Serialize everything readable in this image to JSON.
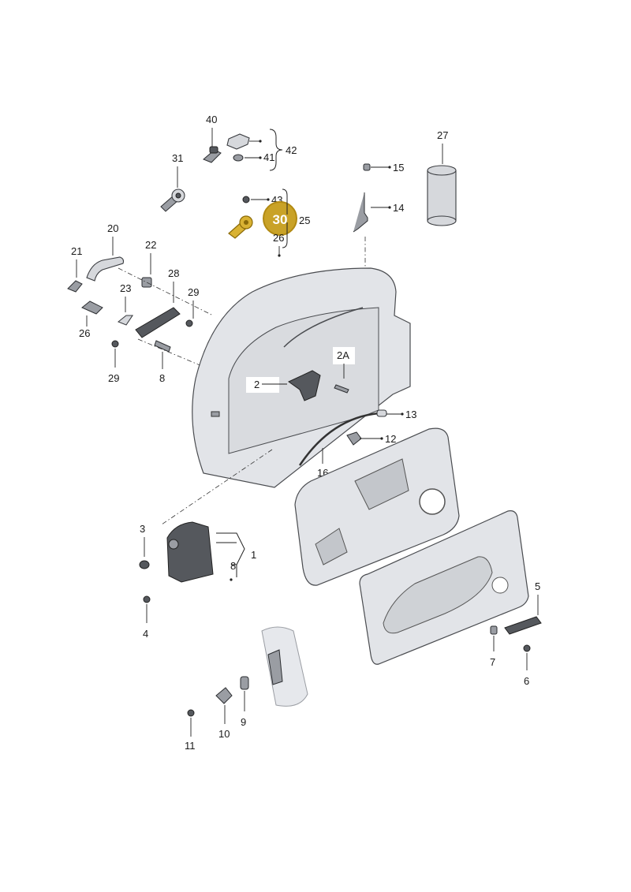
{
  "callouts": {
    "p1": "1",
    "p2": "2",
    "p2a": "2A",
    "p3": "3",
    "p4": "4",
    "p5": "5",
    "p6": "6",
    "p7": "7",
    "p8a": "8",
    "p8b": "8",
    "p9": "9",
    "p10": "10",
    "p11": "11",
    "p12": "12",
    "p13": "13",
    "p14": "14",
    "p15": "15",
    "p16": "16",
    "p20": "20",
    "p21": "21",
    "p22": "22",
    "p23": "23",
    "p25": "25",
    "p26a": "26",
    "p26b": "26",
    "p27": "27",
    "p28": "28",
    "p29a": "29",
    "p29b": "29",
    "p31": "31",
    "p40": "40",
    "p41": "41",
    "p42": "42",
    "p43": "43"
  },
  "highlight": {
    "label": "30",
    "color": "#c9a227"
  }
}
